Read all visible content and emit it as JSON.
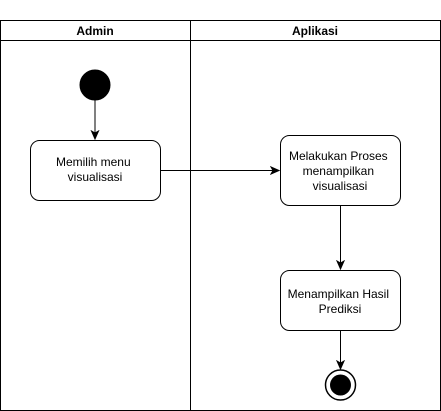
{
  "lanes": [
    {
      "name": "Admin"
    },
    {
      "name": "Aplikasi"
    }
  ],
  "nodes": {
    "pilih_menu": {
      "lines": [
        "Memilih menu",
        "visualisasi"
      ]
    },
    "proses": {
      "lines": [
        "Melakukan Proses",
        "menampilkan",
        "visualisasi"
      ]
    },
    "tampil_hasil": {
      "lines": [
        "Menampilkan Hasil",
        "Prediksi"
      ]
    }
  },
  "colors": {
    "stroke": "#000000",
    "fill": "#ffffff",
    "start": "#000000"
  }
}
